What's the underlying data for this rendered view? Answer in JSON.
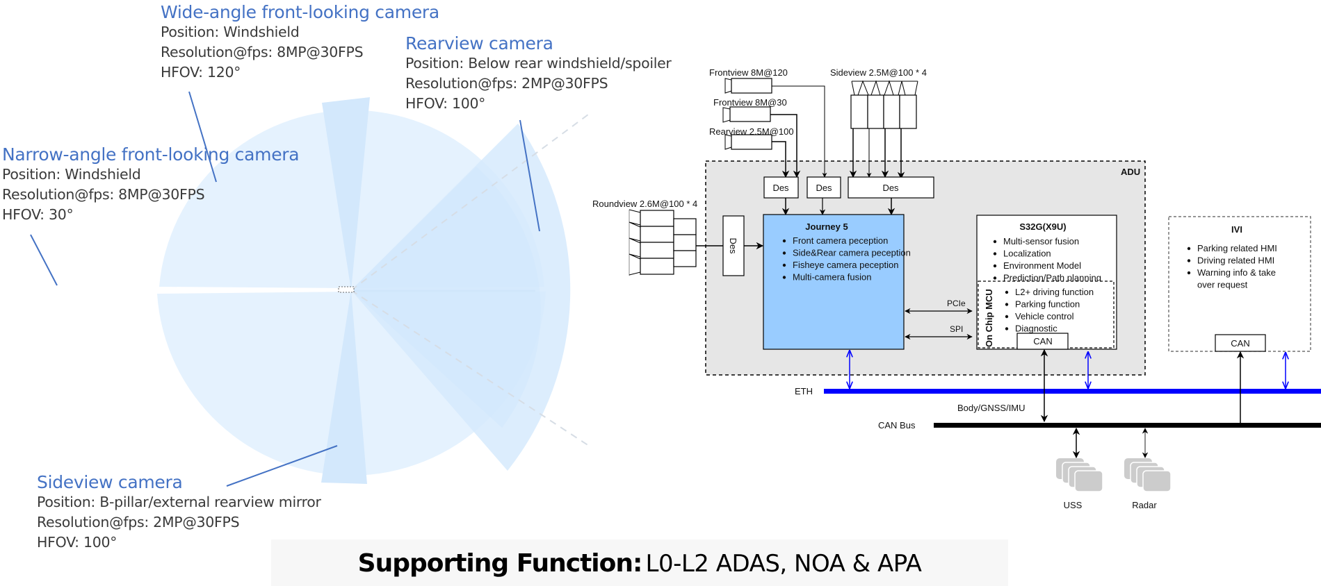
{
  "cameras": {
    "wide_front": {
      "title": "Wide-angle front-looking camera",
      "position": "Position: Windshield",
      "resolution": "Resolution@fps: 8MP@30FPS",
      "hfov": "HFOV: 120°"
    },
    "rearview": {
      "title": "Rearview camera",
      "position": "Position: Below rear windshield/spoiler",
      "resolution": "Resolution@fps: 2MP@30FPS",
      "hfov": "HFOV: 100°"
    },
    "narrow_front": {
      "title": "Narrow-angle front-looking camera",
      "position": "Position: Windshield",
      "resolution": "Resolution@fps: 8MP@30FPS",
      "hfov": "HFOV: 30°"
    },
    "sideview": {
      "title": "Sideview camera",
      "position": "Position: B-pillar/external rearview mirror",
      "resolution": "Resolution@fps: 2MP@30FPS",
      "hfov": "HFOV: 100°"
    }
  },
  "architecture": {
    "sensors": {
      "frontview_120": "Frontview 8M@120",
      "frontview_30": "Frontview 8M@30",
      "rearview": "Rearview 2.5M@100",
      "sideview": "Sideview 2.5M@100 * 4",
      "roundview": "Roundview 2.6M@100 * 4"
    },
    "adu_label": "ADU",
    "des_label": "Des",
    "journey": {
      "title": "Journey 5",
      "items": [
        "Front camera peception",
        "Side&Rear camera peception",
        "Fisheye camera peception",
        "Multi-camera fusion"
      ]
    },
    "s32g": {
      "title": "S32G(X9U)",
      "items": [
        "Multi-sensor fusion",
        "Localization",
        "Environment Model",
        "Prediction/Path planning"
      ]
    },
    "mcu": {
      "title": "On Chip MCU",
      "items": [
        "L2+ driving function",
        "Parking function",
        "Vehicle control",
        "Diagnostic"
      ],
      "can": "CAN"
    },
    "links": {
      "pcie": "PCIe",
      "spi": "SPI"
    },
    "ivi": {
      "title": "IVI",
      "items": [
        "Parking related HMI",
        "Driving related HMI",
        "Warning info & take",
        "over request"
      ],
      "can": "CAN"
    },
    "buses": {
      "eth": "ETH",
      "can_bus": "CAN Bus",
      "body": "Body/GNSS/IMU"
    },
    "peripherals": {
      "uss": "USS",
      "radar": "Radar"
    },
    "colors": {
      "eth": "#0000ff",
      "journey_fill": "#99ccff",
      "adu_fill": "#e6e6e6",
      "accent": "#4472c4"
    }
  },
  "footer": {
    "bold": "Supporting Function:",
    "text": "L0-L2 ADAS, NOA & APA"
  }
}
